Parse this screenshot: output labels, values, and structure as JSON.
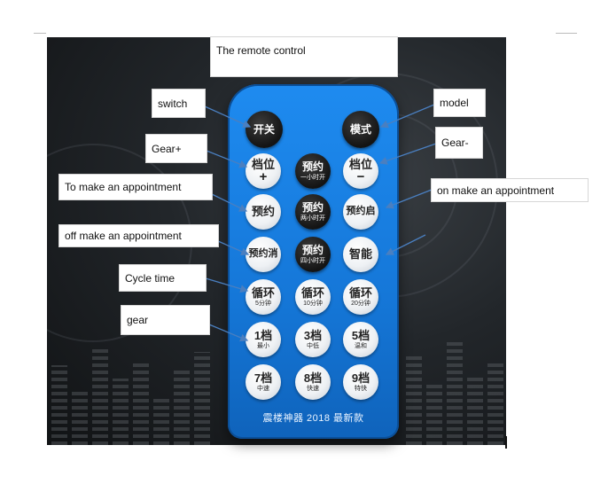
{
  "title": "The remote control",
  "labels": {
    "switch": "switch",
    "model": "model",
    "gear_plus": "Gear+",
    "gear_minus": "Gear-",
    "make_appointment": "To make an appointment",
    "on_appointment": "on make an appointment",
    "off_appointment": "off make an appointment",
    "cycle_time": "Cycle time",
    "gear": "gear"
  },
  "remote": {
    "btn_power": "开关",
    "btn_mode": "模式",
    "btn_gear_up": {
      "main": "档位",
      "sym": "+"
    },
    "btn_gear_down": {
      "main": "档位",
      "sym": "−"
    },
    "btn_timer_1h": {
      "main": "预约",
      "sub": "一小时开"
    },
    "btn_timer_2h": {
      "main": "预约",
      "sub": "两小时开"
    },
    "btn_timer_4h": {
      "main": "预约",
      "sub": "四小时开"
    },
    "btn_appointment": "预约",
    "btn_appointment_on": "预约启",
    "btn_appointment_off": "预约消",
    "btn_smart": "智能",
    "btn_cycle_5": {
      "main": "循环",
      "sub": "5分钟"
    },
    "btn_cycle_10": {
      "main": "循环",
      "sub": "10分钟"
    },
    "btn_cycle_20": {
      "main": "循环",
      "sub": "20分钟"
    },
    "btn_gear_1": {
      "main": "1档",
      "sub": "最小"
    },
    "btn_gear_3": {
      "main": "3档",
      "sub": "中低"
    },
    "btn_gear_5": {
      "main": "5档",
      "sub": "温和"
    },
    "btn_gear_7": {
      "main": "7档",
      "sub": "中速"
    },
    "btn_gear_8": {
      "main": "8档",
      "sub": "快速"
    },
    "btn_gear_9": {
      "main": "9档",
      "sub": "特快"
    },
    "footer": "震楼神器 2018 最新款"
  },
  "colors": {
    "remote_blue": "#1577d8",
    "arrow_blue": "#4a7fc0"
  }
}
